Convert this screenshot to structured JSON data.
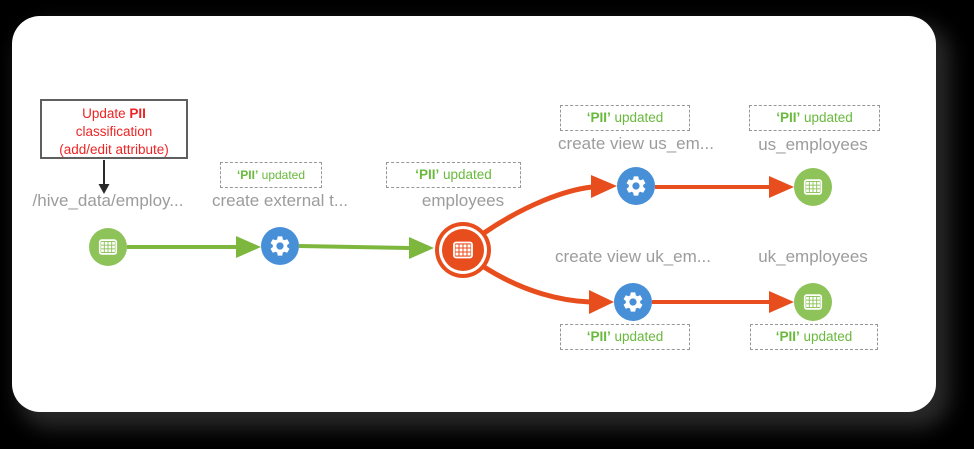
{
  "frame": {
    "background": "#000000",
    "canvas_background": "#ffffff",
    "label_color": "#9c9c9c"
  },
  "annotation": {
    "line1_prefix": "Update ",
    "line1_bold": "PII",
    "line2": "classification",
    "line3": "(add/edit attribute)",
    "text_color": "#ee2424"
  },
  "badge": {
    "pii": "‘PII’",
    "rest": " updated",
    "color": "#68b93c"
  },
  "nodes": [
    {
      "id": "hive-path",
      "label": "/hive_data/employ...",
      "type": "dataset",
      "icon": "table-icon",
      "color": "#8ec35a"
    },
    {
      "id": "create-external-table",
      "label": "create external t...",
      "type": "process",
      "icon": "gear-icon",
      "color": "#478fd6"
    },
    {
      "id": "employees",
      "label": "employees",
      "type": "dataset",
      "icon": "table-icon",
      "color": "#e84e1d",
      "highlighted": true
    },
    {
      "id": "create-view-us",
      "label": "create view us_em...",
      "type": "process",
      "icon": "gear-icon",
      "color": "#478fd6"
    },
    {
      "id": "us-employees",
      "label": "us_employees",
      "type": "dataset",
      "icon": "table-icon",
      "color": "#8ec35a"
    },
    {
      "id": "create-view-uk",
      "label": "create view uk_em...",
      "type": "process",
      "icon": "gear-icon",
      "color": "#478fd6"
    },
    {
      "id": "uk-employees",
      "label": "uk_employees",
      "type": "dataset",
      "icon": "table-icon",
      "color": "#8ec35a"
    }
  ],
  "edges": [
    {
      "from": "hive-path",
      "to": "create-external-table",
      "color": "#7db73e"
    },
    {
      "from": "create-external-table",
      "to": "employees",
      "color": "#7db73e"
    },
    {
      "from": "employees",
      "to": "create-view-us",
      "color": "#e84e1d"
    },
    {
      "from": "create-view-us",
      "to": "us-employees",
      "color": "#e84e1d"
    },
    {
      "from": "employees",
      "to": "create-view-uk",
      "color": "#e84e1d"
    },
    {
      "from": "create-view-uk",
      "to": "uk-employees",
      "color": "#e84e1d"
    }
  ]
}
